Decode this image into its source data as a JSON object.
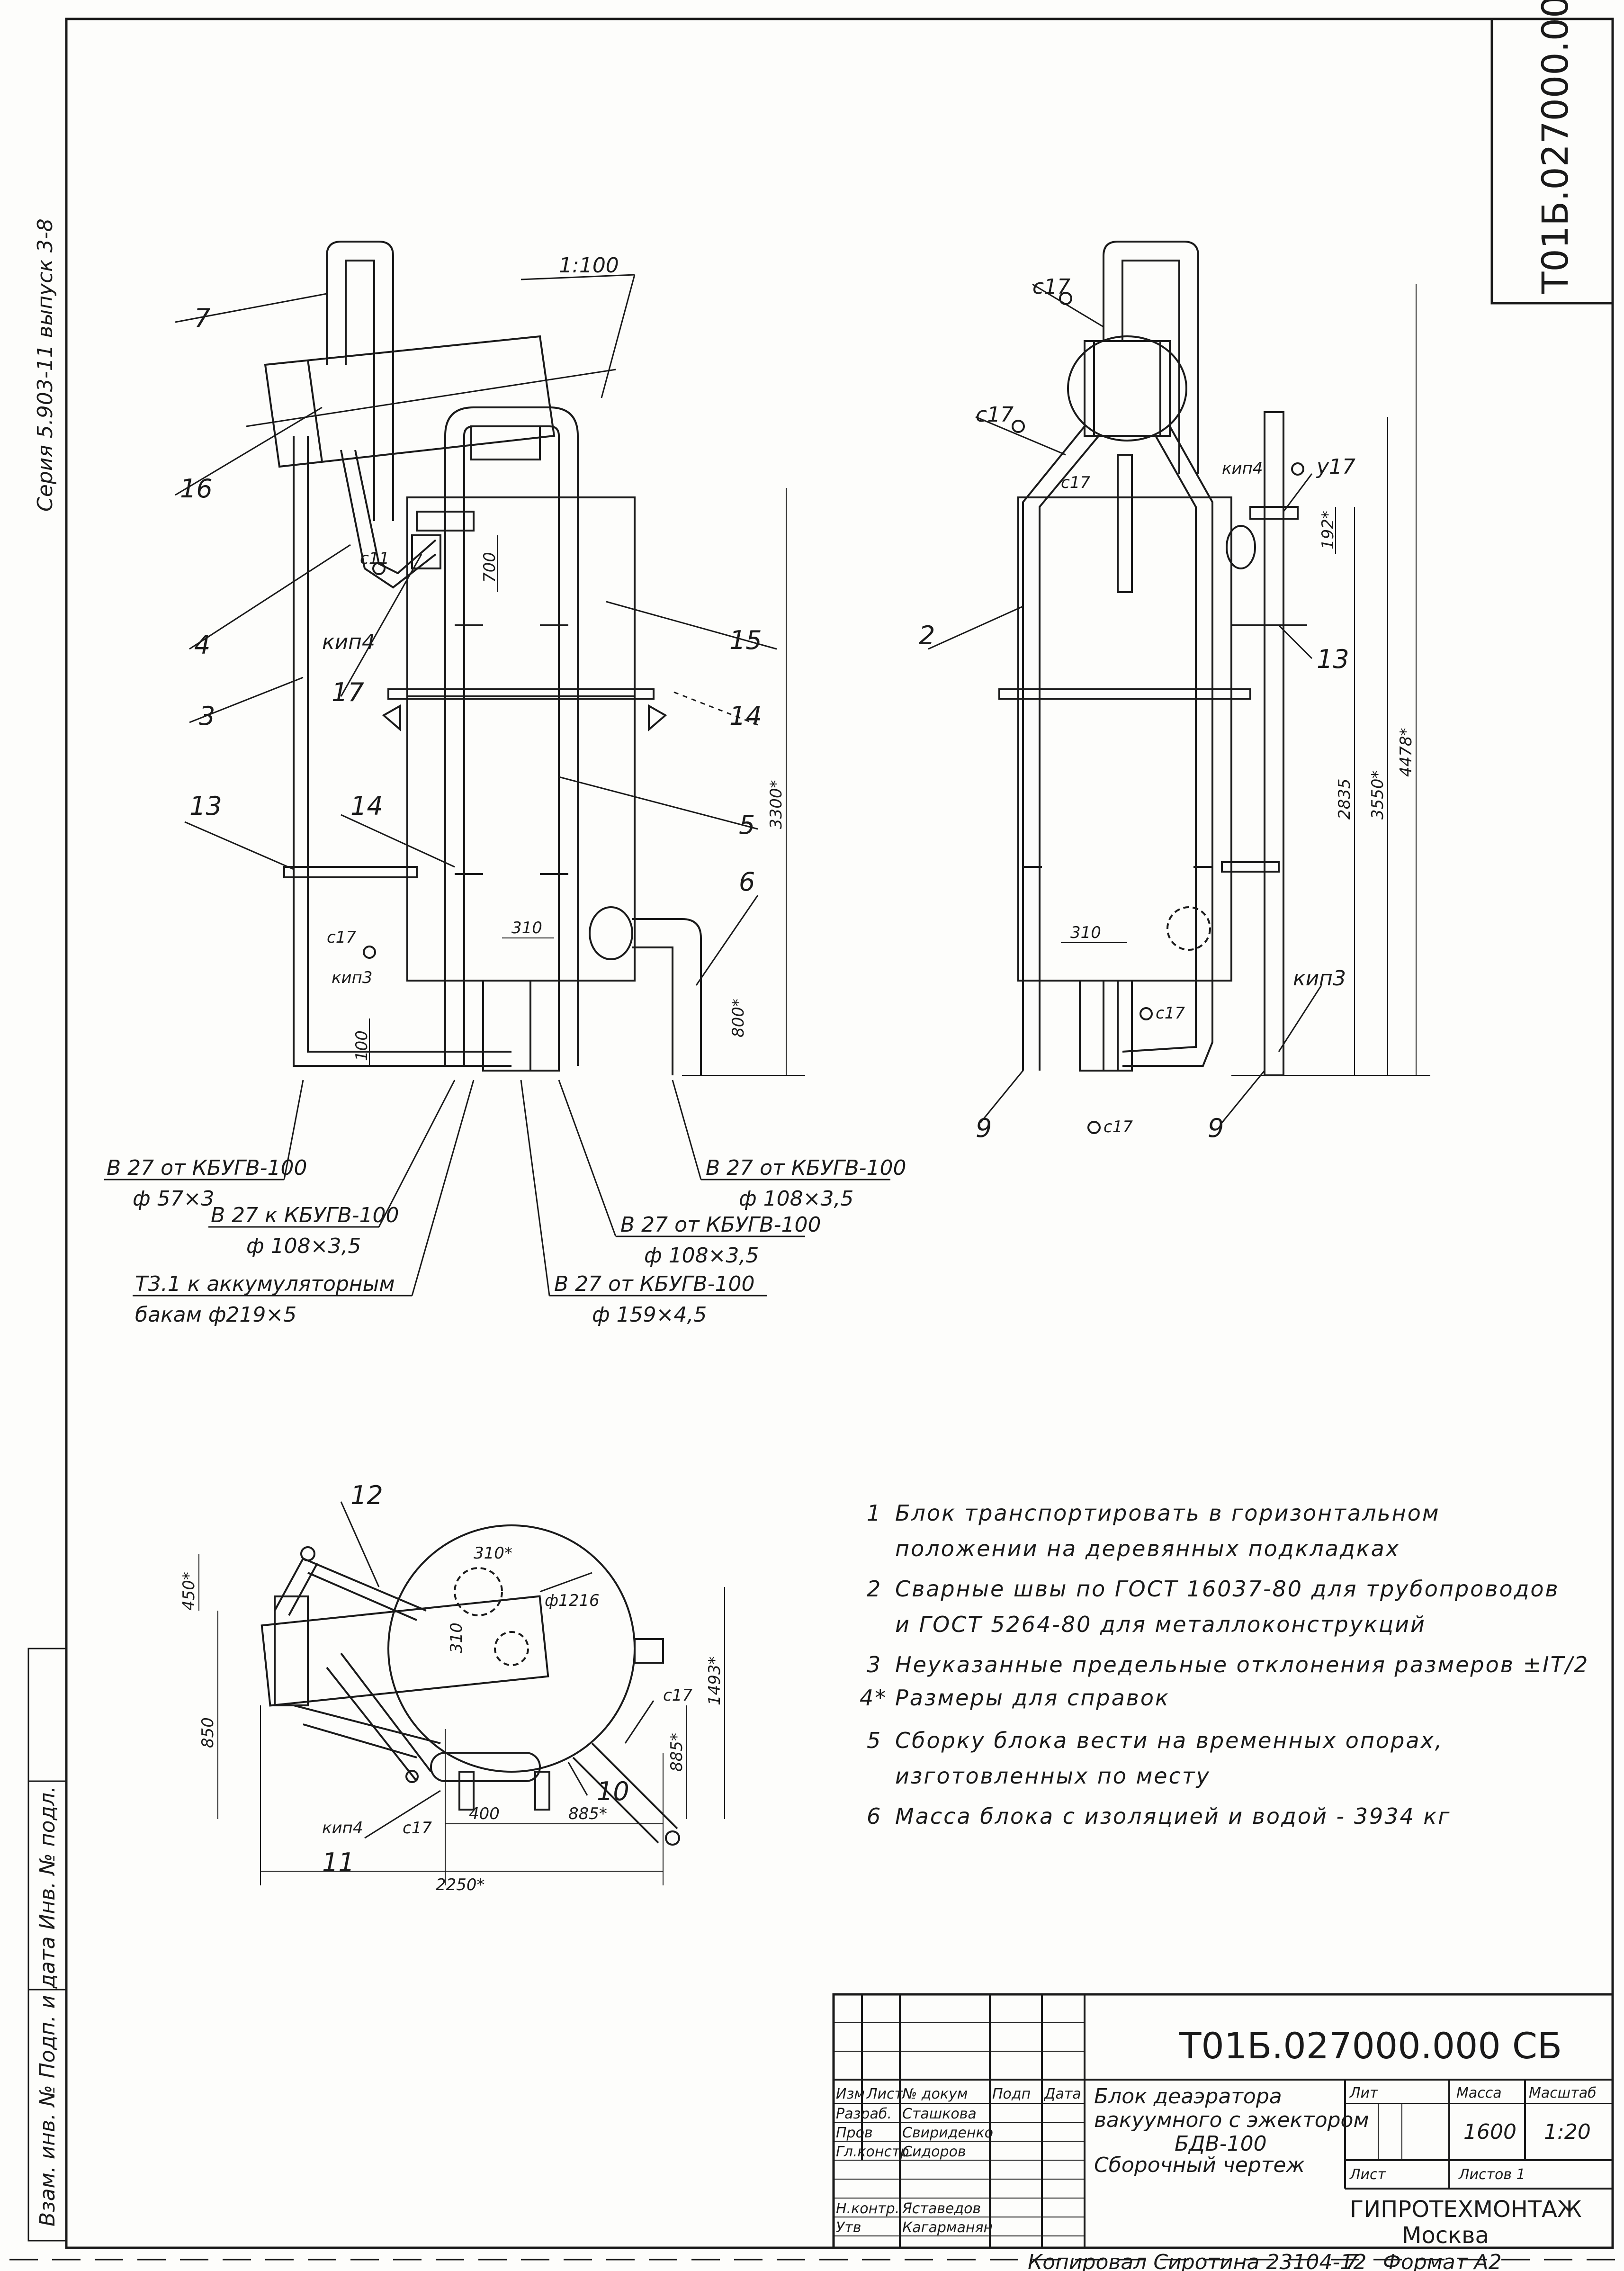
{
  "series_label": "Серия 5.903-11 выпуск 3-8",
  "stamp_code": "Т01Б.027000.000СБ",
  "slope": "1:100",
  "front_view": {
    "labels": [
      "7",
      "16",
      "4",
      "3",
      "13",
      "14",
      "17",
      "15",
      "14",
      "5",
      "6",
      "кип4",
      "с11",
      "с17",
      "кип3"
    ],
    "dims": [
      "700",
      "3300*",
      "800*",
      "310",
      "100"
    ],
    "connections": [
      {
        "line1": "В 27 от КБУГВ-100",
        "line2": "ф 57×3"
      },
      {
        "line1": "В 27 к КБУГВ-100",
        "line2": "ф 108×3,5"
      },
      {
        "line1": "Т3.1 к аккумуляторным",
        "line2": "бакам ф219×5"
      },
      {
        "line1": "В 27 от КБУГВ-100",
        "line2": "ф 108×3,5"
      },
      {
        "line1": "В 27 от КБУГВ-100",
        "line2": "ф 108×3,5"
      },
      {
        "line1": "В 27 от КБУГВ-100",
        "line2": "ф 159×4,5"
      }
    ]
  },
  "side_view": {
    "labels": [
      "с17",
      "с17",
      "с17",
      "кип4",
      "у17",
      "2",
      "13",
      "кип3",
      "9",
      "9",
      "с17",
      "с17"
    ],
    "dims": [
      "192*",
      "2835",
      "3550*",
      "4478*",
      "310"
    ]
  },
  "plan_view": {
    "labels": [
      "12",
      "кип4",
      "с17",
      "11",
      "10",
      "с17"
    ],
    "dims": [
      "310*",
      "ф1216",
      "310",
      "450*",
      "850",
      "1493*",
      "885*",
      "400",
      "885*",
      "2250*"
    ]
  },
  "notes": [
    {
      "n": "1",
      "text": "Блок транспортировать в горизонтальном"
    },
    {
      "n": "",
      "text": "положении на деревянных подкладках"
    },
    {
      "n": "2",
      "text": "Сварные швы по ГОСТ 16037-80 для трубопроводов"
    },
    {
      "n": "",
      "text": "и ГОСТ 5264-80 для металлоконструкций"
    },
    {
      "n": "3",
      "text": "Неуказанные предельные отклонения размеров ±IТ/2"
    },
    {
      "n": "4*",
      "text": "Размеры для справок"
    },
    {
      "n": "5",
      "text": "Сборку блока вести на временных опорах,"
    },
    {
      "n": "",
      "text": "изготовленных по месту"
    },
    {
      "n": "6",
      "text": "Масса блока с изоляцией и водой - 3934 кг"
    }
  ],
  "title_block": {
    "code": "Т01Б.027000.000 СБ",
    "header": [
      "Изм",
      "Лист",
      "№ докум",
      "Подп",
      "Дата"
    ],
    "rows": [
      {
        "role": "Разраб.",
        "name": "Сташкова"
      },
      {
        "role": "Пров",
        "name": "Свириденко"
      },
      {
        "role": "Гл.констр.",
        "name": "Сидоров"
      },
      {
        "role": "Н.контр.",
        "name": "Яставедов"
      },
      {
        "role": "Утв",
        "name": "Кагарманян"
      }
    ],
    "title_lines": [
      "Блок деаэратора",
      "вакуумного с эжектором",
      "БДВ-100",
      "Сборочный чертеж"
    ],
    "lit_label": "Лит",
    "mass_label": "Масса",
    "scale_label": "Масштаб",
    "mass": "1600",
    "scale": "1:20",
    "sheet_label": "Лист",
    "sheets_label": "Листов 1",
    "org": "ГИПРОТЕХМОНТАЖ",
    "city": "Москва",
    "copied": "Копировал Сиротина 23104-12",
    "format_prefix": "7",
    "format": "Формат А2"
  },
  "left_margin_text": "Взам. инв. № Подп. и дата Инв. № подл."
}
